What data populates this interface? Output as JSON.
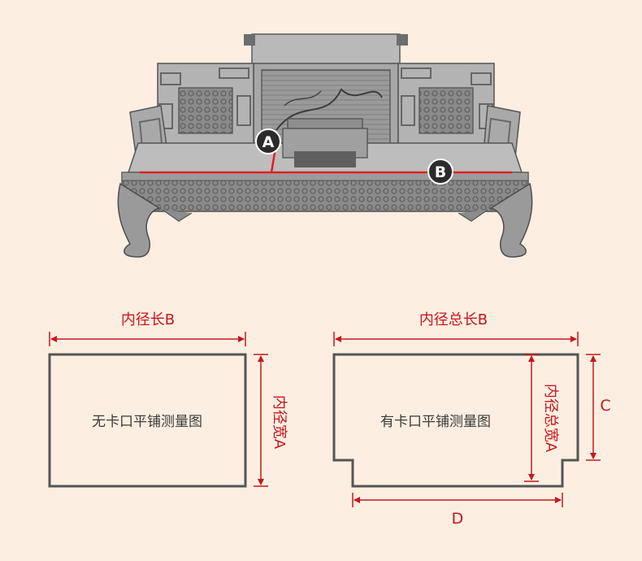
{
  "photo": {
    "markers": {
      "a": "A",
      "b": "B"
    }
  },
  "diagram_left": {
    "caption": "无卡口平铺测量图",
    "top_label": "内径长B",
    "side_label": "内径宽A"
  },
  "diagram_right": {
    "caption": "有卡口平铺测量图",
    "top_label": "内径总长B",
    "inner_label": "内径总宽A",
    "right_label": "C",
    "bottom_label": "D"
  },
  "colors": {
    "background": "#fcefe1",
    "accent_red": "#c8161e",
    "outline": "#555555",
    "marker_fill": "#2b2b2b"
  }
}
